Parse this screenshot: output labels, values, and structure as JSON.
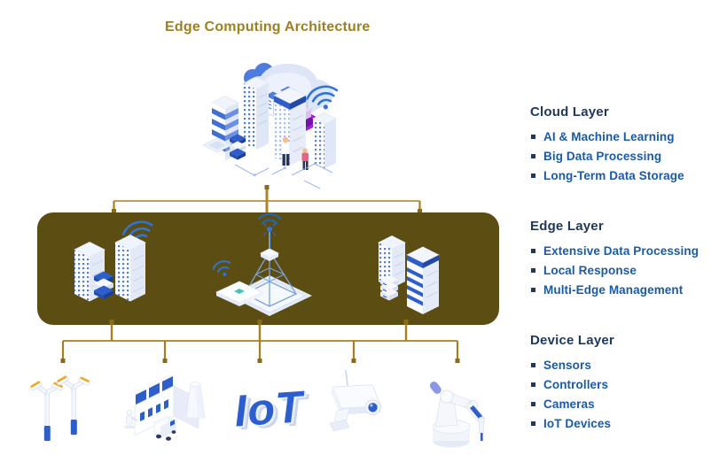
{
  "title": "Edge Computing Architecture",
  "sections": [
    {
      "heading": "Cloud Layer",
      "items": [
        "AI & Machine Learning",
        "Big Data Processing",
        "Long-Term Data Storage"
      ]
    },
    {
      "heading": "Edge Layer",
      "items": [
        "Extensive Data Processing",
        "Local Response",
        "Multi-Edge Management"
      ]
    },
    {
      "heading": "Device Layer",
      "items": [
        "Sensors",
        "Controllers",
        "Cameras",
        "IoT Devices"
      ]
    }
  ],
  "iot_text": "IoT",
  "colors": {
    "title_gold": "#A0801C",
    "connector_gold": "#A87E20",
    "connector_cap": "#8F6A16",
    "edge_box_fill": "#5C4D13",
    "heading_navy": "#20395B",
    "item_blue": "#1A5AA8",
    "illustration_blue": "#2D5ECC",
    "wifi_blue": "#2E74D9",
    "illustration_light": "#E9EEF9",
    "accent_purple": "#A21ED8",
    "accent_teal": "#49C4B4",
    "lamp_yellow": "#F0A81E"
  }
}
